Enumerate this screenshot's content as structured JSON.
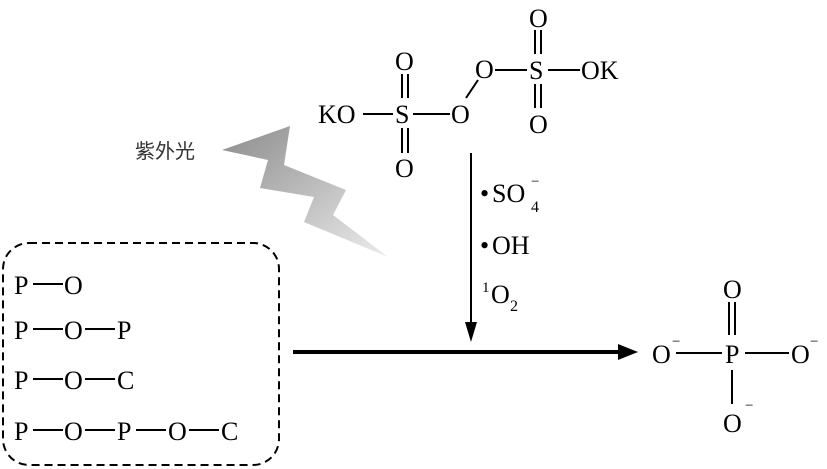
{
  "uv_label": "紫外光",
  "persulfate": {
    "K": "K",
    "O": "O",
    "S": "S",
    "KO": "KO",
    "OK": "OK"
  },
  "reagents": {
    "dot": "•",
    "so4_main": "SO",
    "so4_sub": "4",
    "so4_sup": "−",
    "oh": "OH",
    "singlet_sup": "1",
    "o2_main": "O",
    "o2_sub": "2"
  },
  "bond_list": {
    "P": "P",
    "O": "O",
    "C": "C"
  },
  "phosphate": {
    "P": "P",
    "O": "O",
    "minus": "−"
  },
  "colors": {
    "uv_bolt_dark": "#8c8c8c",
    "uv_bolt_light": "#e8e8e8",
    "line": "#000000"
  }
}
